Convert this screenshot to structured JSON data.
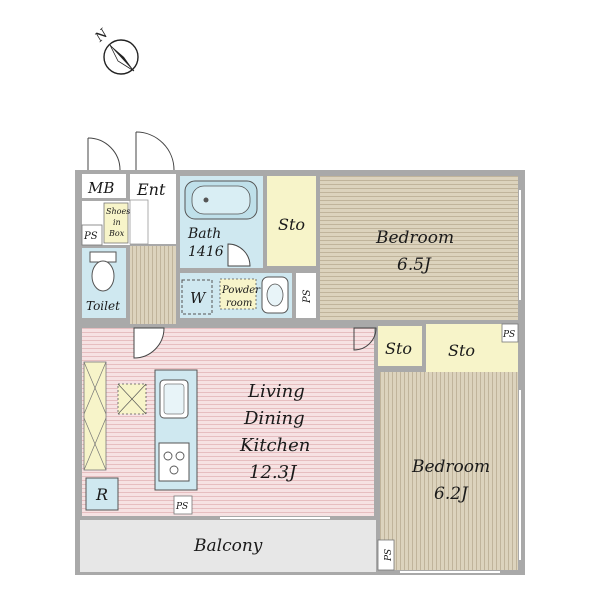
{
  "compass": {
    "letter": "N"
  },
  "rooms": {
    "mb": "MB",
    "ent": "Ent",
    "shoes_1": "Shoes",
    "shoes_2": "in",
    "shoes_3": "Box",
    "ps_entry": "PS",
    "bath": "Bath",
    "bath_size": "1416",
    "sto_top": "Sto",
    "bedroom1": "Bedroom",
    "bedroom1_size": "6.5J",
    "toilet": "Toilet",
    "washer": "W",
    "powder_1": "Powder",
    "powder_2": "room",
    "ps_powder": "PS",
    "sto_mid": "Sto",
    "sto_right": "Sto",
    "ps_right": "PS",
    "ldk_1": "Living",
    "ldk_2": "Dining",
    "ldk_3": "Kitchen",
    "ldk_size": "12.3J",
    "bedroom2": "Bedroom",
    "bedroom2_size": "6.2J",
    "fridge": "R",
    "ps_kitchen": "PS",
    "ps_bottom": "PS",
    "balcony": "Balcony"
  },
  "colors": {
    "wall": "#a9a9a9",
    "wood": "#dcd3bd",
    "wood_line": "#b9ad93",
    "ldk": "#f3d7d9",
    "ldk_line": "#e1aeb2",
    "sto": "#f7f4c9",
    "wet": "#cfe8f0",
    "balcony": "#e7e7e7"
  }
}
